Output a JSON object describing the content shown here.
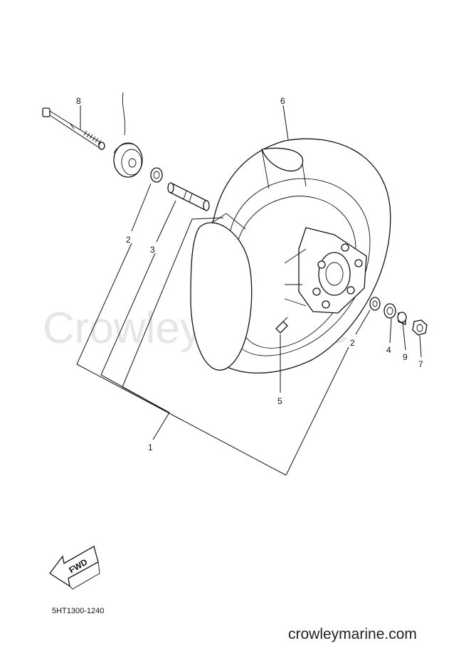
{
  "diagram": {
    "callouts": {
      "c1": "1",
      "c2a": "2",
      "c2b": "2",
      "c3": "3",
      "c4": "4",
      "c5": "5",
      "c6": "6",
      "c7": "7",
      "c8": "8",
      "c9": "9"
    },
    "fwd_label": "FWD",
    "diagram_code": "5HT1300-1240",
    "watermark": "Crowley Marine",
    "site_url": "crowleymarine.com"
  }
}
